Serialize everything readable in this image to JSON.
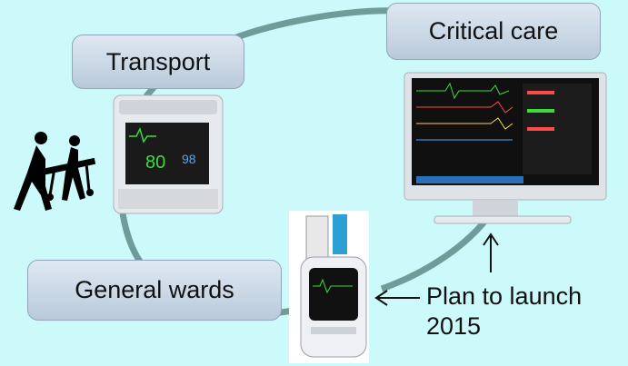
{
  "labels": {
    "transport": "Transport",
    "critical_care": "Critical care",
    "general_wards": "General wards"
  },
  "annotation": {
    "line1": "Plan to launch",
    "line2": "2015"
  },
  "colors": {
    "background": "#ccfafa",
    "ring": "#6f9b99",
    "box_fill": "#c9d7e6",
    "box_border": "#8fa6bd"
  },
  "icons": {
    "transport_monitor": "portable-patient-monitor",
    "critical_monitor": "bedside-patient-monitor",
    "ward_device": "handheld-vital-signs-monitor",
    "stretcher": "stretcher-transport-silhouette",
    "arrow_up": "arrow-up",
    "arrow_left": "arrow-left"
  }
}
